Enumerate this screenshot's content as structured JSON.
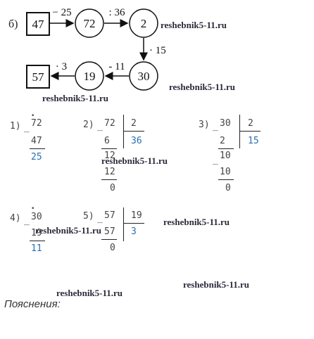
{
  "chain": {
    "label": "б)",
    "nodes": {
      "start": "47",
      "n72": "72",
      "n2": "2",
      "n30": "30",
      "n19": "19",
      "end": "57"
    },
    "ops": {
      "minus25": "− 25",
      "div36": ": 36",
      "times15": "· 15",
      "minus11": "- 11",
      "times3": "· 3"
    }
  },
  "watermark": "reshebnik5-11.ru",
  "calcs": {
    "c1": {
      "num": "1)",
      "dot": "•",
      "minus": "_",
      "a": "72",
      "b": "47",
      "r": "25"
    },
    "c2": {
      "num": "2)",
      "minus": "_",
      "dividend": "72",
      "divisor": "2",
      "quotient": "36",
      "s1": "6",
      "r1": "12",
      "s2": "12",
      "r2": "0"
    },
    "c3": {
      "num": "3)",
      "minus": "_",
      "dividend": "30",
      "divisor": "2",
      "quotient": "15",
      "s1": "2",
      "r1": "10",
      "s2": "10",
      "r2": "0"
    },
    "c4": {
      "num": "4)",
      "dot": "•",
      "minus": "_",
      "a": "30",
      "b": "19",
      "r": "11"
    },
    "c5": {
      "num": "5)",
      "minus": "_",
      "dividend": "57",
      "divisor": "19",
      "quotient": "3",
      "s1": "57",
      "r1": "0"
    }
  },
  "explanations": "Пояснения:"
}
